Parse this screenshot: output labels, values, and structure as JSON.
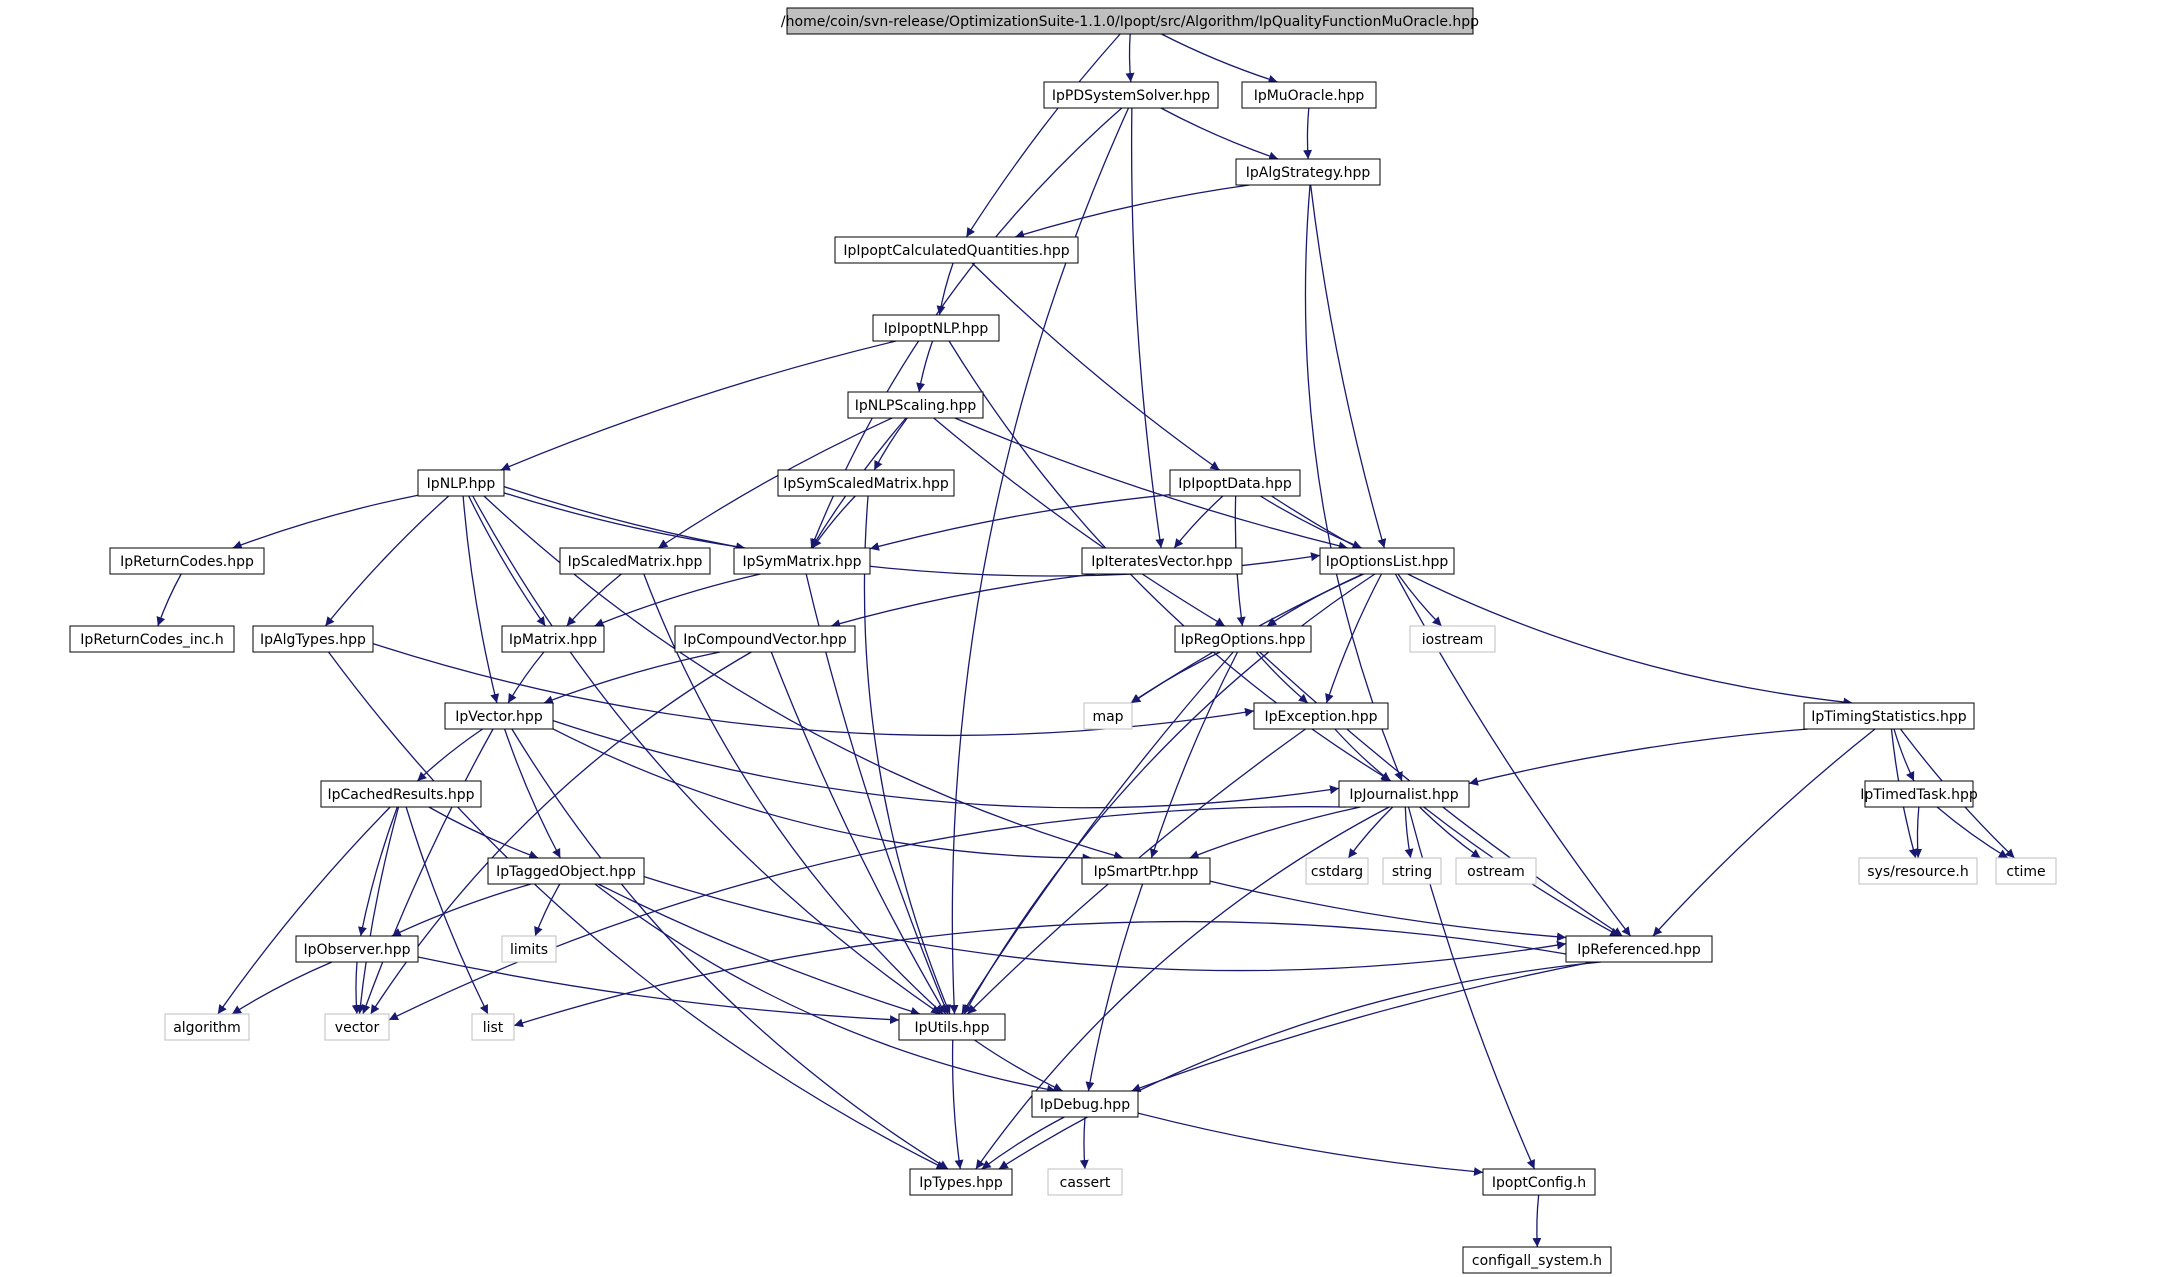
{
  "diagram": {
    "root": "/home/coin/svn-release/OptimizationSuite-1.1.0/Ipopt/src/Algorithm/IpQualityFunctionMuOracle.hpp",
    "colors": {
      "background": "#ffffff",
      "edge": "#191970",
      "node_border": "#000000",
      "external_border": "#bfbfbf",
      "root_fill": "#bfbfbf",
      "text": "#000000"
    },
    "nodes": [
      {
        "id": "root",
        "label": "/home/coin/svn-release/OptimizationSuite-1.1.0/Ipopt/src/Algorithm/IpQualityFunctionMuOracle.hpp",
        "kind": "root"
      },
      {
        "id": "pdsystemsolver",
        "label": "IpPDSystemSolver.hpp",
        "kind": "header"
      },
      {
        "id": "muoracle",
        "label": "IpMuOracle.hpp",
        "kind": "header"
      },
      {
        "id": "algstrategy",
        "label": "IpAlgStrategy.hpp",
        "kind": "header"
      },
      {
        "id": "calcquant",
        "label": "IpIpoptCalculatedQuantities.hpp",
        "kind": "header"
      },
      {
        "id": "ipoptnlp",
        "label": "IpIpoptNLP.hpp",
        "kind": "header"
      },
      {
        "id": "nlpscaling",
        "label": "IpNLPScaling.hpp",
        "kind": "header"
      },
      {
        "id": "nlp",
        "label": "IpNLP.hpp",
        "kind": "header"
      },
      {
        "id": "symscaled",
        "label": "IpSymScaledMatrix.hpp",
        "kind": "header"
      },
      {
        "id": "ipoptdata",
        "label": "IpIpoptData.hpp",
        "kind": "header"
      },
      {
        "id": "returncodes",
        "label": "IpReturnCodes.hpp",
        "kind": "header"
      },
      {
        "id": "scaledmatrix",
        "label": "IpScaledMatrix.hpp",
        "kind": "header"
      },
      {
        "id": "symmatrix",
        "label": "IpSymMatrix.hpp",
        "kind": "header"
      },
      {
        "id": "iteratesvector",
        "label": "IpIteratesVector.hpp",
        "kind": "header"
      },
      {
        "id": "optionslist",
        "label": "IpOptionsList.hpp",
        "kind": "header"
      },
      {
        "id": "returncodesinc",
        "label": "IpReturnCodes_inc.h",
        "kind": "header"
      },
      {
        "id": "algtypes",
        "label": "IpAlgTypes.hpp",
        "kind": "header"
      },
      {
        "id": "matrix",
        "label": "IpMatrix.hpp",
        "kind": "header"
      },
      {
        "id": "compoundvector",
        "label": "IpCompoundVector.hpp",
        "kind": "header"
      },
      {
        "id": "regoptions",
        "label": "IpRegOptions.hpp",
        "kind": "header"
      },
      {
        "id": "iostream",
        "label": "iostream",
        "kind": "external"
      },
      {
        "id": "vector_hpp",
        "label": "IpVector.hpp",
        "kind": "header"
      },
      {
        "id": "map",
        "label": "map",
        "kind": "external"
      },
      {
        "id": "exception",
        "label": "IpException.hpp",
        "kind": "header"
      },
      {
        "id": "timingstats",
        "label": "IpTimingStatistics.hpp",
        "kind": "header"
      },
      {
        "id": "cachedresults",
        "label": "IpCachedResults.hpp",
        "kind": "header"
      },
      {
        "id": "journalist",
        "label": "IpJournalist.hpp",
        "kind": "header"
      },
      {
        "id": "timedtask",
        "label": "IpTimedTask.hpp",
        "kind": "header"
      },
      {
        "id": "taggedobject",
        "label": "IpTaggedObject.hpp",
        "kind": "header"
      },
      {
        "id": "smartptr",
        "label": "IpSmartPtr.hpp",
        "kind": "header"
      },
      {
        "id": "cstdarg",
        "label": "cstdarg",
        "kind": "external"
      },
      {
        "id": "string",
        "label": "string",
        "kind": "external"
      },
      {
        "id": "ostream",
        "label": "ostream",
        "kind": "external"
      },
      {
        "id": "sysresource",
        "label": "sys/resource.h",
        "kind": "external"
      },
      {
        "id": "ctime",
        "label": "ctime",
        "kind": "external"
      },
      {
        "id": "limits",
        "label": "limits",
        "kind": "external"
      },
      {
        "id": "observer",
        "label": "IpObserver.hpp",
        "kind": "header"
      },
      {
        "id": "referenced",
        "label": "IpReferenced.hpp",
        "kind": "header"
      },
      {
        "id": "algorithm",
        "label": "algorithm",
        "kind": "external"
      },
      {
        "id": "vector",
        "label": "vector",
        "kind": "external"
      },
      {
        "id": "list",
        "label": "list",
        "kind": "external"
      },
      {
        "id": "utils",
        "label": "IpUtils.hpp",
        "kind": "header"
      },
      {
        "id": "debug",
        "label": "IpDebug.hpp",
        "kind": "header"
      },
      {
        "id": "types",
        "label": "IpTypes.hpp",
        "kind": "header"
      },
      {
        "id": "cassert",
        "label": "cassert",
        "kind": "external"
      },
      {
        "id": "ipoptconfig",
        "label": "IpoptConfig.h",
        "kind": "header"
      },
      {
        "id": "configall",
        "label": "configall_system.h",
        "kind": "header"
      }
    ],
    "edges": [
      [
        "root",
        "pdsystemsolver"
      ],
      [
        "root",
        "muoracle"
      ],
      [
        "root",
        "calcquant"
      ],
      [
        "pdsystemsolver",
        "algstrategy"
      ],
      [
        "pdsystemsolver",
        "symmatrix"
      ],
      [
        "pdsystemsolver",
        "iteratesvector"
      ],
      [
        "pdsystemsolver",
        "utils"
      ],
      [
        "muoracle",
        "algstrategy"
      ],
      [
        "algstrategy",
        "calcquant"
      ],
      [
        "algstrategy",
        "optionslist"
      ],
      [
        "algstrategy",
        "journalist"
      ],
      [
        "calcquant",
        "ipoptnlp"
      ],
      [
        "calcquant",
        "ipoptdata"
      ],
      [
        "ipoptnlp",
        "nlp"
      ],
      [
        "ipoptnlp",
        "nlpscaling"
      ],
      [
        "ipoptnlp",
        "journalist"
      ],
      [
        "nlpscaling",
        "symscaled"
      ],
      [
        "nlpscaling",
        "scaledmatrix"
      ],
      [
        "nlpscaling",
        "symmatrix"
      ],
      [
        "nlpscaling",
        "optionslist"
      ],
      [
        "nlpscaling",
        "regoptions"
      ],
      [
        "symscaled",
        "symmatrix"
      ],
      [
        "symscaled",
        "utils"
      ],
      [
        "ipoptdata",
        "symmatrix"
      ],
      [
        "ipoptdata",
        "iteratesvector"
      ],
      [
        "ipoptdata",
        "optionslist"
      ],
      [
        "ipoptdata",
        "regoptions"
      ],
      [
        "ipoptdata",
        "timingstats"
      ],
      [
        "nlp",
        "returncodes"
      ],
      [
        "nlp",
        "algtypes"
      ],
      [
        "nlp",
        "matrix"
      ],
      [
        "nlp",
        "symmatrix"
      ],
      [
        "nlp",
        "optionslist"
      ],
      [
        "nlp",
        "vector_hpp"
      ],
      [
        "nlp",
        "smartptr"
      ],
      [
        "nlp",
        "utils"
      ],
      [
        "returncodes",
        "returncodesinc"
      ],
      [
        "scaledmatrix",
        "matrix"
      ],
      [
        "scaledmatrix",
        "utils"
      ],
      [
        "symmatrix",
        "matrix"
      ],
      [
        "symmatrix",
        "utils"
      ],
      [
        "iteratesvector",
        "compoundvector"
      ],
      [
        "optionslist",
        "regoptions"
      ],
      [
        "optionslist",
        "iostream"
      ],
      [
        "optionslist",
        "map"
      ],
      [
        "optionslist",
        "exception"
      ],
      [
        "optionslist",
        "referenced"
      ],
      [
        "optionslist",
        "utils"
      ],
      [
        "algtypes",
        "exception"
      ],
      [
        "algtypes",
        "types"
      ],
      [
        "matrix",
        "vector_hpp"
      ],
      [
        "compoundvector",
        "vector_hpp"
      ],
      [
        "compoundvector",
        "utils"
      ],
      [
        "compoundvector",
        "vector"
      ],
      [
        "regoptions",
        "map"
      ],
      [
        "regoptions",
        "exception"
      ],
      [
        "regoptions",
        "smartptr"
      ],
      [
        "regoptions",
        "utils"
      ],
      [
        "regoptions",
        "referenced"
      ],
      [
        "vector_hpp",
        "cachedresults"
      ],
      [
        "vector_hpp",
        "taggedobject"
      ],
      [
        "vector_hpp",
        "smartptr"
      ],
      [
        "vector_hpp",
        "journalist"
      ],
      [
        "vector_hpp",
        "vector"
      ],
      [
        "vector_hpp",
        "types"
      ],
      [
        "exception",
        "journalist"
      ],
      [
        "exception",
        "utils"
      ],
      [
        "timingstats",
        "journalist"
      ],
      [
        "timingstats",
        "timedtask"
      ],
      [
        "timingstats",
        "sysresource"
      ],
      [
        "timingstats",
        "ctime"
      ],
      [
        "timingstats",
        "referenced"
      ],
      [
        "cachedresults",
        "taggedobject"
      ],
      [
        "cachedresults",
        "observer"
      ],
      [
        "cachedresults",
        "algorithm"
      ],
      [
        "cachedresults",
        "vector"
      ],
      [
        "cachedresults",
        "list"
      ],
      [
        "journalist",
        "smartptr"
      ],
      [
        "journalist",
        "cstdarg"
      ],
      [
        "journalist",
        "string"
      ],
      [
        "journalist",
        "ostream"
      ],
      [
        "journalist",
        "referenced"
      ],
      [
        "journalist",
        "vector"
      ],
      [
        "journalist",
        "types"
      ],
      [
        "journalist",
        "ipoptconfig"
      ],
      [
        "timedtask",
        "sysresource"
      ],
      [
        "timedtask",
        "ctime"
      ],
      [
        "taggedobject",
        "observer"
      ],
      [
        "taggedobject",
        "limits"
      ],
      [
        "taggedobject",
        "referenced"
      ],
      [
        "taggedobject",
        "utils"
      ],
      [
        "taggedobject",
        "debug"
      ],
      [
        "smartptr",
        "referenced"
      ],
      [
        "smartptr",
        "debug"
      ],
      [
        "observer",
        "algorithm"
      ],
      [
        "observer",
        "vector"
      ],
      [
        "observer",
        "utils"
      ],
      [
        "referenced",
        "list"
      ],
      [
        "referenced",
        "debug"
      ],
      [
        "referenced",
        "types"
      ],
      [
        "utils",
        "types"
      ],
      [
        "utils",
        "debug"
      ],
      [
        "debug",
        "types"
      ],
      [
        "debug",
        "cassert"
      ],
      [
        "debug",
        "ipoptconfig"
      ],
      [
        "ipoptconfig",
        "configall"
      ]
    ]
  }
}
